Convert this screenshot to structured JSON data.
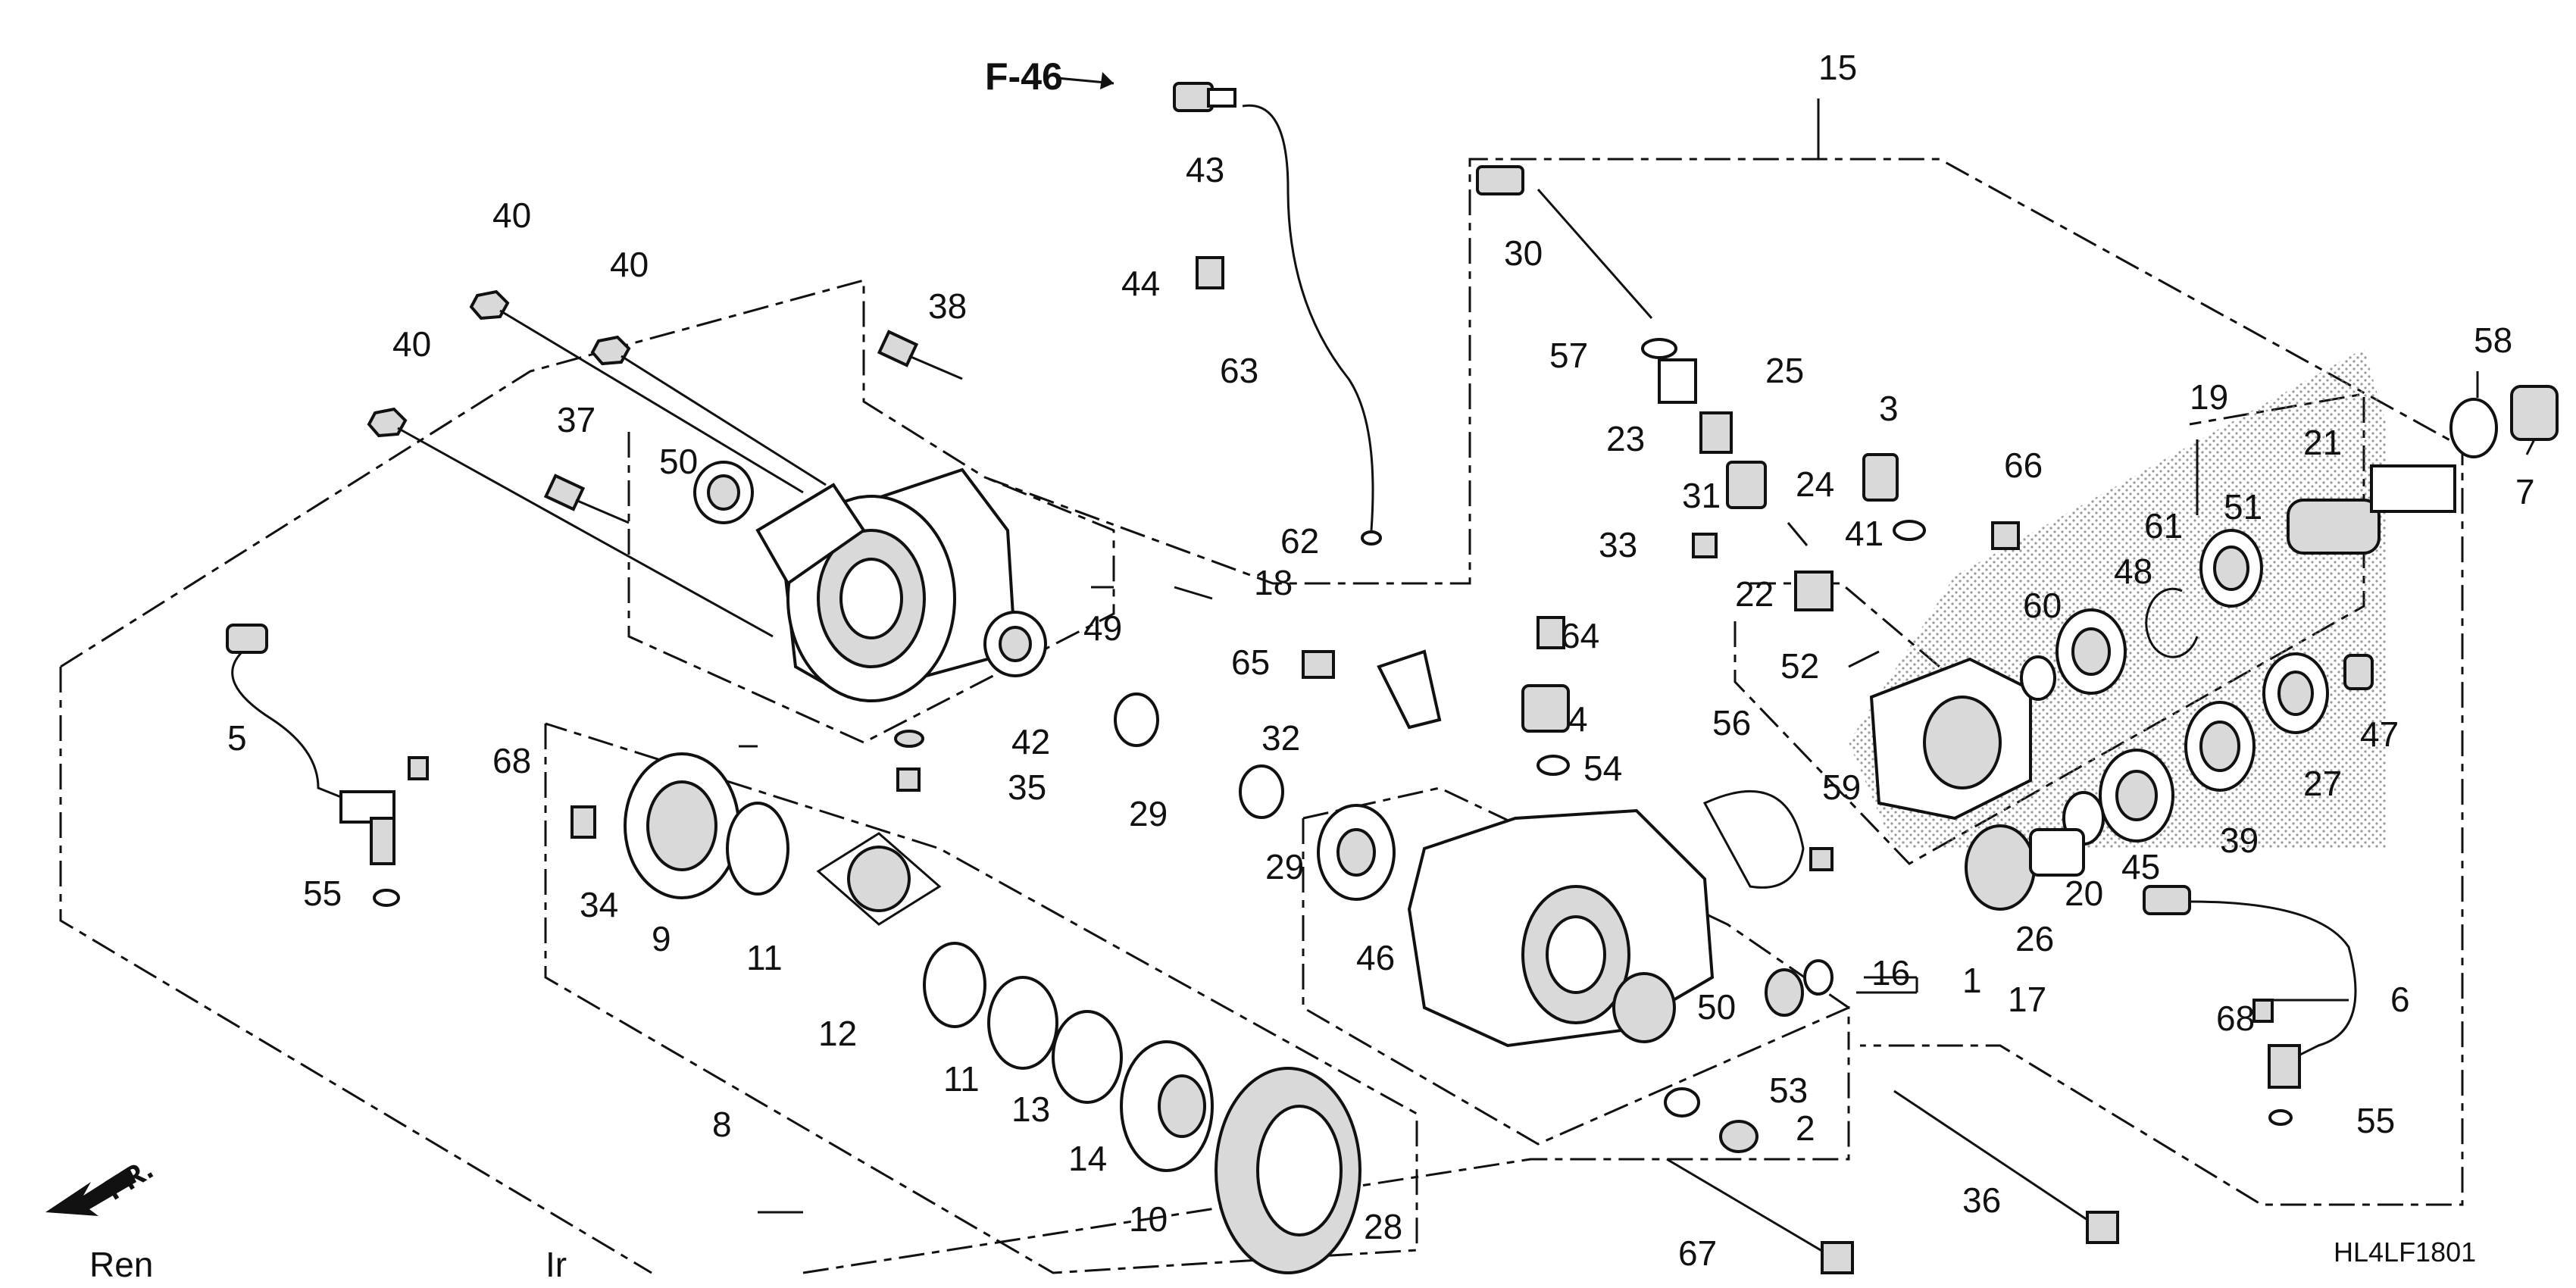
{
  "diagram": {
    "reference": "F-46",
    "code": "HL4LF1801",
    "corner_left": "Ren",
    "corner_mid": "Ir",
    "direction_label": "FR.",
    "callouts": [
      "40",
      "40",
      "40",
      "38",
      "37",
      "50",
      "18",
      "49",
      "42",
      "35",
      "5",
      "68",
      "55",
      "34",
      "9",
      "11",
      "12",
      "11",
      "13",
      "14",
      "10",
      "28",
      "8",
      "43",
      "44",
      "63",
      "62",
      "65",
      "32",
      "29",
      "29",
      "64",
      "4",
      "54",
      "46",
      "50",
      "17",
      "16",
      "1",
      "53",
      "2",
      "67",
      "36",
      "15",
      "30",
      "57",
      "25",
      "23",
      "24",
      "31",
      "33",
      "22",
      "52",
      "56",
      "59",
      "3",
      "41",
      "66",
      "60",
      "48",
      "61",
      "51",
      "21",
      "19",
      "58",
      "7",
      "47",
      "27",
      "39",
      "45",
      "20",
      "26",
      "6",
      "68",
      "55"
    ]
  }
}
